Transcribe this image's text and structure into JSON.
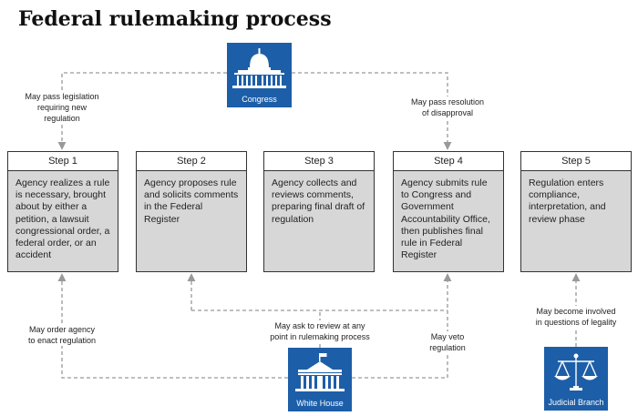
{
  "title": "Federal rulemaking process",
  "actors": {
    "congress": {
      "label": "Congress",
      "icon": "capitol-building-icon"
    },
    "white_house": {
      "label": "White House",
      "icon": "white-house-icon"
    },
    "judicial": {
      "label": "Judicial Branch",
      "icon": "scales-of-justice-icon"
    }
  },
  "steps": [
    {
      "label": "Step 1",
      "text": "Agency realizes a rule is necessary, brought about by either a petition, a lawsuit congressional order, a federal order, or an accident"
    },
    {
      "label": "Step 2",
      "text": "Agency proposes rule and solicits comments in the Federal Register"
    },
    {
      "label": "Step 3",
      "text": "Agency collects and reviews comments, preparing final draft of regulation"
    },
    {
      "label": "Step 4",
      "text": "Agency submits rule to Congress and Government Accountability Office, then publishes final rule in Federal Register"
    },
    {
      "label": "Step 5",
      "text": "Regulation enters compliance, interpretation, and review phase"
    }
  ],
  "connector_labels": {
    "congress_to_step1": [
      "May pass legislation",
      "requiring new",
      "regulation"
    ],
    "congress_to_step4": [
      "May pass resolution",
      "of disapproval"
    ],
    "whitehouse_to_step1": [
      "May order agency",
      "to enact regulation"
    ],
    "whitehouse_review": [
      "May ask to review at any",
      "point in rulemaking process"
    ],
    "whitehouse_to_step4": [
      "May veto",
      "regulation"
    ],
    "judicial_to_step5": [
      "May become involved",
      "in questions of legality"
    ]
  },
  "colors": {
    "badge_blue": "#1d5ea8",
    "step_fill": "#d7d7d7",
    "connector": "#999999"
  }
}
